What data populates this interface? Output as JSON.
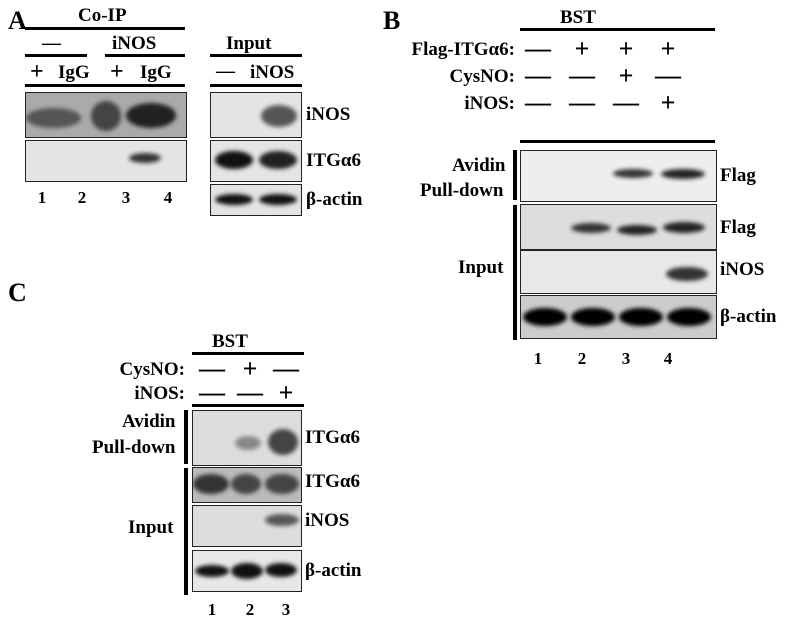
{
  "panelA": {
    "letter": "A",
    "coip": "Co-IP",
    "group1": "—",
    "group2": "iNOS",
    "lane_row": [
      "+",
      "IgG",
      "+",
      "IgG"
    ],
    "input": "Input",
    "input_row": [
      "—",
      "iNOS"
    ],
    "labels": [
      "iNOS",
      "ITGα6",
      "β-actin"
    ],
    "lanes": [
      "1",
      "2",
      "3",
      "4"
    ]
  },
  "panelB": {
    "letter": "B",
    "header": "BST",
    "rows": [
      {
        "label": "Flag-ITGα6:",
        "signs": [
          "—",
          "+",
          "+",
          "+"
        ]
      },
      {
        "label": "CysNO:",
        "signs": [
          "—",
          "—",
          "+",
          "—"
        ]
      },
      {
        "label": "iNOS:",
        "signs": [
          "—",
          "—",
          "—",
          "+"
        ]
      }
    ],
    "left": {
      "avidin": "Avidin",
      "pulldown": "Pull-down",
      "input": "Input"
    },
    "labels": [
      "Flag",
      "Flag",
      "iNOS",
      "β-actin"
    ],
    "lanes": [
      "1",
      "2",
      "3",
      "4"
    ]
  },
  "panelC": {
    "letter": "C",
    "header": "BST",
    "rows": [
      {
        "label": "CysNO:",
        "signs": [
          "—",
          "+",
          "—"
        ]
      },
      {
        "label": "iNOS:",
        "signs": [
          "—",
          "—",
          "+"
        ]
      }
    ],
    "left": {
      "avidin": "Avidin",
      "pulldown": "Pull-down",
      "input": "Input"
    },
    "labels": [
      "ITGα6",
      "ITGα6",
      "iNOS",
      "β-actin"
    ],
    "lanes": [
      "1",
      "2",
      "3"
    ]
  }
}
